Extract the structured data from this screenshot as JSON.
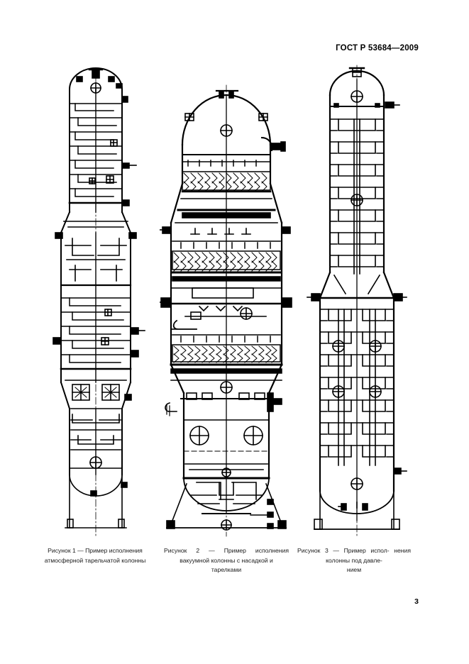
{
  "document": {
    "standard_header": "ГОСТ Р 53684—2009",
    "page_number": "3"
  },
  "figures": [
    {
      "id": "figure-1",
      "caption": "Рисунок  1 — Пример  исполнения атмосферной тарельчатой колонны",
      "caption_line_1": "Рисунок  1 — Пример  исполнения",
      "caption_line_2": "атмосферной тарельчатой колонны",
      "caption_line_3": "",
      "title": "Пример исполнения атмосферной тарельчатой колонны",
      "type": "atmospheric-tray-column",
      "description": "Вертикальная ректификационная колонна с тарелками, верхним эллиптическим днищем, расширенной нижней частью и опорной юбкой"
    },
    {
      "id": "figure-2",
      "caption": "Рисунок  2 — Пример  исполнения вакуумной  колонны  с  насадкой  и тарелками",
      "caption_line_1": "Рисунок  2 — Пример  исполнения",
      "caption_line_2": "вакуумной  колонны  с  насадкой  и",
      "caption_line_3": "тарелками",
      "title": "Пример исполнения вакуумной колонны с насадкой и тарелками",
      "type": "vacuum-packed-tray-column",
      "description": "Вакуумная колонна большого диаметра со слоями насадки, распределителями и тарелками в нижней части"
    },
    {
      "id": "figure-3",
      "caption": "Рисунок 3 — Пример исполнения колонны под давлением",
      "caption_line_1": "Рисунок 3 — Пример испол-",
      "caption_line_2": "нения  колонны  под  давле-",
      "caption_line_3": "нием",
      "title": "Пример исполнения колонны под давлением",
      "type": "pressure-column",
      "description": "Колонна под давлением с полусферическим верхним днищем, тарелками и расширенной нижней секцией"
    }
  ],
  "colors": {
    "ink": "#000000",
    "paper": "#ffffff",
    "caption_text": "#1a1a1a"
  }
}
